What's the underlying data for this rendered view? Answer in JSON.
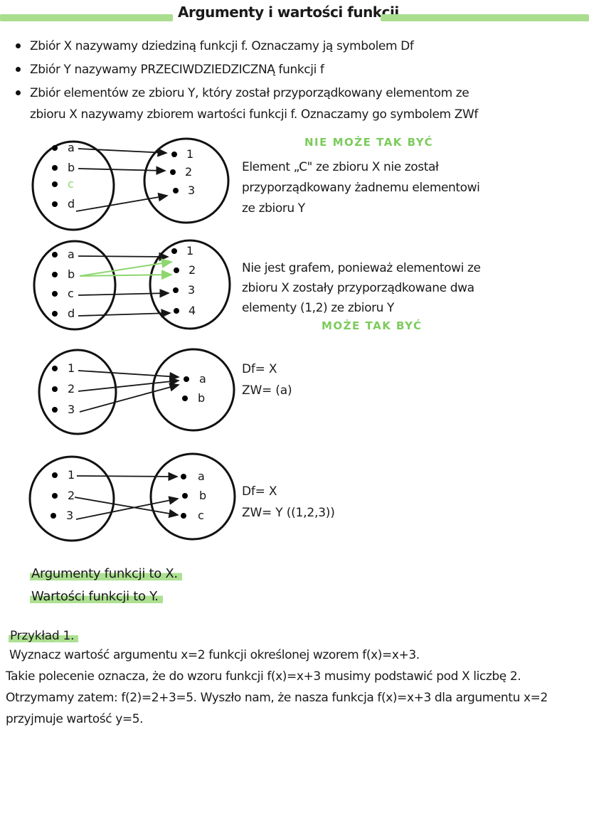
{
  "page": {
    "title": "Argumenty i wartości funkcji"
  },
  "colors": {
    "highlight_green": "#ade092",
    "heading_green": "#7ccb5c",
    "arrow_green": "#8ed66f",
    "ink": "#1a1a1a"
  },
  "bullets": [
    {
      "lines": [
        "Zbiór X nazywamy dziedziną funkcji f. Oznaczamy ją symbolem Df"
      ]
    },
    {
      "lines": [
        "Zbiór Y nazywamy PRZECIWDZIEDZICZNĄ funkcji f"
      ]
    },
    {
      "lines": [
        "Zbiór elementów ze zbioru Y, który został przyporządkowany elementom ze",
        "zbioru X nazywamy zbiorem wartości funkcji f. Oznaczamy go symbolem ZWf"
      ]
    }
  ],
  "diagrams": [
    {
      "left": [
        "a",
        "b",
        "c",
        "d"
      ],
      "right": [
        "1",
        "2",
        "3"
      ],
      "mappings": [
        [
          "a",
          "1"
        ],
        [
          "b",
          "2"
        ],
        [
          "d",
          "3"
        ]
      ],
      "unmapped_green_element": "c",
      "heading": "NIE MOŻE TAK BYĆ",
      "note_lines": [
        "Element „C\" ze zbioru X nie został",
        "przyporządkowany żadnemu elementowi",
        "ze zbioru Y"
      ]
    },
    {
      "left": [
        "a",
        "b",
        "c",
        "d"
      ],
      "right": [
        "1",
        "2",
        "3",
        "4"
      ],
      "mappings": [
        [
          "a",
          "1"
        ],
        [
          "b",
          "1"
        ],
        [
          "b",
          "2"
        ],
        [
          "c",
          "3"
        ],
        [
          "d",
          "4"
        ]
      ],
      "green_mappings": [
        [
          "b",
          "1"
        ],
        [
          "b",
          "2"
        ]
      ],
      "heading": "MOŻE TAK BYĆ",
      "note_lines": [
        "Nie jest grafem, ponieważ elementowi ze",
        "zbioru X zostały przyporządkowane dwa",
        "elementy (1,2) ze zbioru Y"
      ]
    },
    {
      "left": [
        "1",
        "2",
        "3"
      ],
      "right": [
        "a",
        "b"
      ],
      "mappings": [
        [
          "1",
          "a"
        ],
        [
          "2",
          "a"
        ],
        [
          "3",
          "a"
        ]
      ],
      "side_lines": [
        "Df= X",
        "ZW= (a)"
      ]
    },
    {
      "left": [
        "1",
        "2",
        "3"
      ],
      "right": [
        "a",
        "b",
        "c"
      ],
      "mappings": [
        [
          "1",
          "a"
        ],
        [
          "2",
          "c"
        ],
        [
          "3",
          "b"
        ]
      ],
      "side_lines": [
        "Df= X",
        "ZW= Y ((1,2,3))"
      ]
    }
  ],
  "highlighted_notes": [
    "Argumenty funkcji to X.",
    "Wartości funkcji to Y."
  ],
  "example": {
    "heading": "Przykład 1.",
    "lines": [
      " Wyznacz wartość argumentu x=2 funkcji określonej wzorem f(x)=x+3.",
      "Takie polecenie oznacza, że do wzoru funkcji f(x)=x+3 musimy podstawić pod X liczbę 2.",
      "Otrzymamy zatem: f(2)=2+3=5. Wyszło nam, że nasza funkcja f(x)=x+3 dla argumentu x=2",
      "przyjmuje wartość y=5."
    ]
  }
}
